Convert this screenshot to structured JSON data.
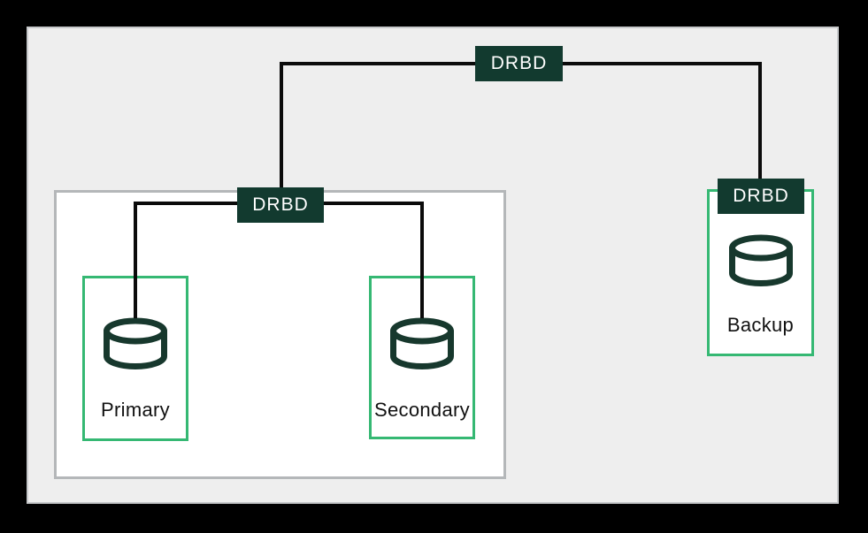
{
  "diagram": {
    "type": "drbd-replication-topology",
    "badges": {
      "top": "DRBD",
      "cluster": "DRBD",
      "backup": "DRBD"
    },
    "nodes": {
      "primary": {
        "label": "Primary",
        "icon": "database-icon"
      },
      "secondary": {
        "label": "Secondary",
        "icon": "database-icon"
      },
      "backup": {
        "label": "Backup",
        "icon": "database-icon"
      }
    },
    "colors": {
      "canvas_bg": "#000000",
      "panel_bg": "#eeeeee",
      "panel_border": "#c6c8ca",
      "cluster_bg": "#ffffff",
      "cluster_border": "#b4b7b9",
      "badge_bg": "#123a2f",
      "badge_text": "#ffffff",
      "node_bg": "#ffffff",
      "node_border": "#35b873",
      "icon_stroke": "#17382d",
      "connector": "#0b0b0b",
      "label_text": "#111111"
    }
  }
}
